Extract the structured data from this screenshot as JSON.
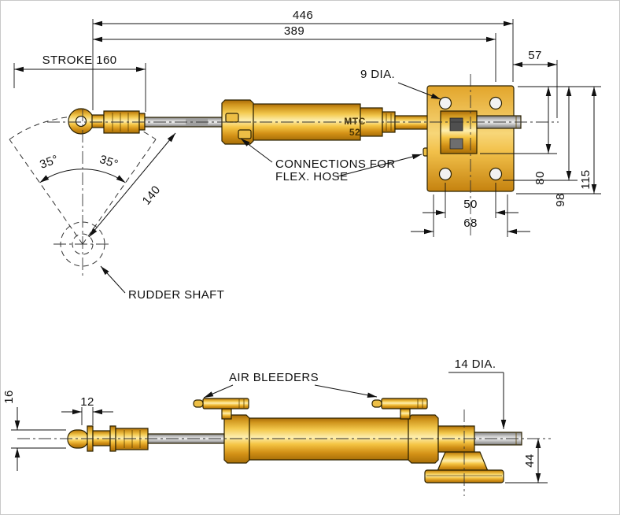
{
  "colors": {
    "background": "#ffffff",
    "line": "#111111",
    "brass_highlight": "#fdeeae",
    "brass": "#f3c94e",
    "brass_dark": "#a86f08",
    "steel": "#c9c9c9",
    "text": "#111111"
  },
  "top_view": {
    "dims": {
      "overall_length": "446",
      "body_length": "389",
      "bracket_offset": "57",
      "stroke": "STROKE 160",
      "bolt_hole_dia": "9 DIA.",
      "swing_left": "35°",
      "swing_right": "35°",
      "tiller_radius": "140",
      "bolt_spacing_h": "50",
      "bracket_width": "68",
      "h80": "80",
      "h98": "98",
      "h115": "115"
    },
    "labels": {
      "rudder_shaft": "RUDDER SHAFT",
      "connections_line1": "CONNECTIONS FOR",
      "connections_line2": "FLEX. HOSE",
      "brand": "MTC",
      "model": "52"
    }
  },
  "side_view": {
    "dims": {
      "rod_end_height": "16",
      "rod_end_width": "12",
      "shaft_dia": "14 DIA.",
      "base_height": "44"
    },
    "labels": {
      "air_bleeders": "AIR BLEEDERS"
    }
  }
}
